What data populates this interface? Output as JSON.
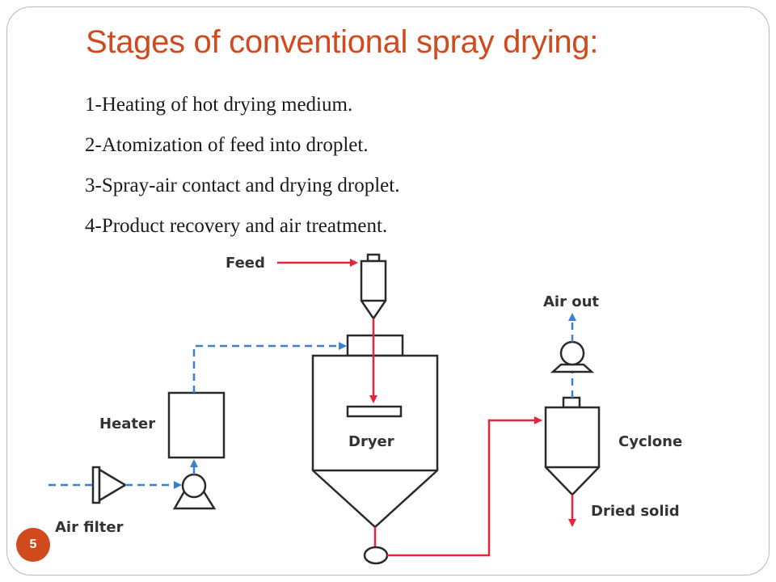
{
  "slide": {
    "title": "Stages of conventional spray drying:",
    "steps": [
      "1-Heating of hot drying medium.",
      "2-Atomization of feed into droplet.",
      "3-Spray-air contact and drying droplet.",
      "4-Product recovery and air treatment."
    ],
    "page_number": "5",
    "accent_color": "#d04a1e"
  },
  "diagram": {
    "labels": {
      "feed": "Feed",
      "air_out": "Air out",
      "heater": "Heater",
      "dryer": "Dryer",
      "cyclone": "Cyclone",
      "dried_solid": "Dried solid",
      "air_filter": "Air filter"
    },
    "colors": {
      "product_line": "#e8243c",
      "air_line": "#3b7fd6",
      "equipment": "#2a2a2a"
    }
  }
}
